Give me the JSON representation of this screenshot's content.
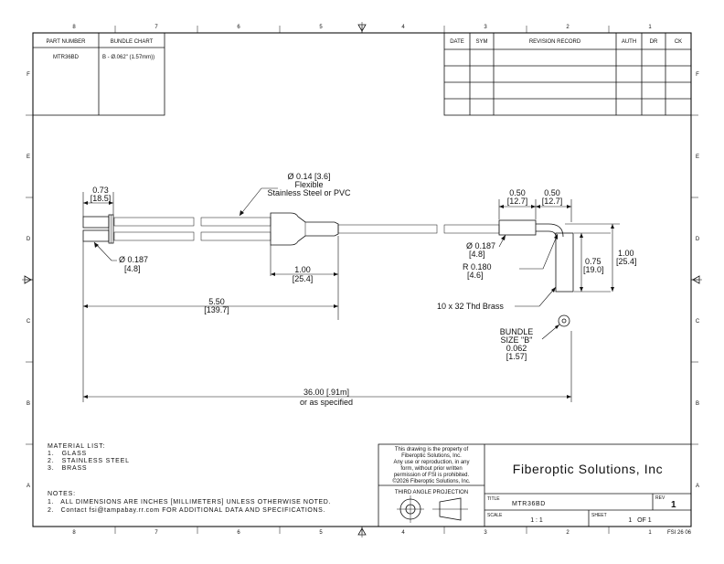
{
  "border": {
    "cols": [
      "8",
      "7",
      "6",
      "5",
      "4",
      "3",
      "2",
      "1"
    ],
    "rows": [
      "F",
      "E",
      "D",
      "C",
      "B",
      "A"
    ],
    "doc_id": "FSI 26 06"
  },
  "part_table": {
    "part_number_header": "PART NUMBER",
    "bundle_chart_header": "BUNDLE CHART",
    "part_number": "MTR36BD",
    "bundle_chart": "B - Ø.062\" (1.57mm))"
  },
  "revision_table": {
    "headers": [
      "DATE",
      "SYM",
      "REVISION RECORD",
      "AUTH",
      "DR",
      "CK"
    ]
  },
  "dimensions": {
    "tip_length": {
      "in": "0.73",
      "mm": "[18.5]"
    },
    "tip_diameter": {
      "in": "Ø 0.187",
      "mm": "[4.8]"
    },
    "sheath": {
      "line1": "Ø 0.14 [3.6]",
      "line2": "Flexible",
      "line3": "Stainless Steel or PVC"
    },
    "breakout": {
      "in": "1.00",
      "mm": "[25.4]"
    },
    "leg_length": {
      "in": "5.50",
      "mm": "[139.7]"
    },
    "ferrule_len": {
      "in": "0.50",
      "mm": "[12.7]"
    },
    "bend_len": {
      "in": "0.50",
      "mm": "[12.7]"
    },
    "ferrule_dia": {
      "in": "Ø 0.187",
      "mm": "[4.8]"
    },
    "bend_radius": {
      "in": "R 0.180",
      "mm": "[4.6]"
    },
    "thread_len": {
      "in": "0.75",
      "mm": "[19.0]"
    },
    "head_len": {
      "in": "1.00",
      "mm": "[25.4]"
    },
    "thread": "10 x 32 Thd Brass",
    "bundle": {
      "line1": "BUNDLE",
      "line2": "SIZE \"B\"",
      "line3": "0.062",
      "line4": "[1.57]"
    },
    "overall": {
      "line1": "36.00 [.91m]",
      "line2": "or as specified"
    }
  },
  "materials": {
    "title": "MATERIAL LIST:",
    "items": [
      "1.   GLASS",
      "2.   STAINLESS STEEL",
      "3.   BRASS"
    ]
  },
  "notes": {
    "title": "NOTES:",
    "items": [
      "1.   ALL DIMENSIONS ARE INCHES [MILLIMETERS] UNLESS OTHERWISE NOTED.",
      "2.   Contact fsi@tampabay.rr.com FOR ADDITIONAL DATA AND SPECIFICATIONS."
    ]
  },
  "title_block": {
    "property": [
      "This drawing is the property of",
      "Fiberoptic Solutions, Inc.",
      "Any use or reproduction, in any",
      "form, without prior written",
      "permission of FSI is prohibited.",
      "©2026 Fiberoptic Solutions, Inc."
    ],
    "projection": "THIRD ANGLE PROJECTION",
    "company": "Fiberoptic Solutions, Inc",
    "title_label": "TITLE",
    "title": "MTR36BD",
    "rev_label": "REV",
    "rev": "1",
    "scale_label": "SCALE",
    "scale": "1 : 1",
    "sheet_label": "SHEET",
    "sheet": "1   OF 1"
  }
}
